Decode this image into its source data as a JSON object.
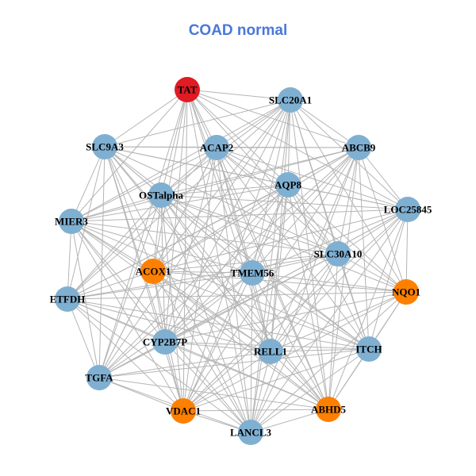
{
  "title": "COAD normal",
  "colors": {
    "title": "#4a78d8",
    "edge": "#b5b5b5",
    "blue": "#7fb0d2",
    "orange": "#ff8000",
    "red": "#e01b24"
  },
  "nodes": [
    {
      "id": "TAT",
      "color": "red"
    },
    {
      "id": "SLC20A1",
      "color": "blue"
    },
    {
      "id": "SLC9A3",
      "color": "blue"
    },
    {
      "id": "ACAP2",
      "color": "blue"
    },
    {
      "id": "ABCB9",
      "color": "blue"
    },
    {
      "id": "AQP8",
      "color": "blue"
    },
    {
      "id": "OSTalpha",
      "color": "blue"
    },
    {
      "id": "LOC25845",
      "color": "blue"
    },
    {
      "id": "MIER3",
      "color": "blue"
    },
    {
      "id": "SLC30A10",
      "color": "blue"
    },
    {
      "id": "ACOX1",
      "color": "orange"
    },
    {
      "id": "TMEM56",
      "color": "blue"
    },
    {
      "id": "NQO1",
      "color": "orange"
    },
    {
      "id": "ETFDH",
      "color": "blue"
    },
    {
      "id": "CYP2B7P",
      "color": "blue"
    },
    {
      "id": "RELL1",
      "color": "blue"
    },
    {
      "id": "ITCH",
      "color": "blue"
    },
    {
      "id": "TGFA",
      "color": "blue"
    },
    {
      "id": "VDAC1",
      "color": "orange"
    },
    {
      "id": "ABHD5",
      "color": "orange"
    },
    {
      "id": "LANCL3",
      "color": "blue"
    }
  ]
}
